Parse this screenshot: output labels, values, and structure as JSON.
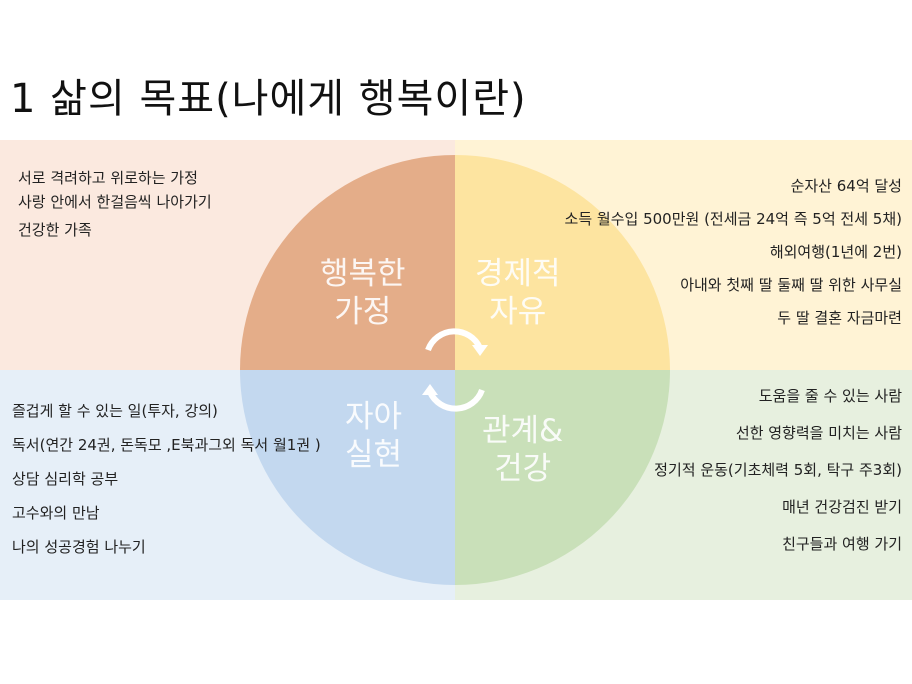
{
  "title": "1  삶의 목표(나에게 행복이란)",
  "quadrants": {
    "family": {
      "label1": "행복한",
      "label2": "가정",
      "items": [
        "서로 격려하고 위로하는 가정",
        "사랑 안에서 한걸음씩 나아가기",
        "건강한 가족"
      ]
    },
    "economy": {
      "label1": "경제적",
      "label2": "자유",
      "items": [
        "순자산 64억 달성",
        "소득 월수입 500만원 (전세금 24억 즉 5억 전세 5채)",
        "해외여행(1년에 2번)",
        "아내와 첫째 딸 둘째 딸 위한 사무실",
        "두 딸 결혼 자금마련"
      ]
    },
    "self": {
      "label1": "자아",
      "label2": "실현",
      "items": [
        "즐겁게 할 수 있는 일(투자, 강의)",
        "독서(연간 24권, 돈독모 ,E북과그외 독서 월1권 )",
        "상담 심리학 공부",
        "고수와의 만남",
        "나의 성공경험 나누기"
      ]
    },
    "relation": {
      "label1": "관계&",
      "label2": "건강",
      "items": [
        "도움을 줄 수 있는 사람",
        "선한 영향력을 미치는 사람",
        "정기적 운동(기초체력 5회, 탁구 주3회)",
        "매년 건강검진 받기",
        "친구들과 여행 가기"
      ]
    }
  }
}
